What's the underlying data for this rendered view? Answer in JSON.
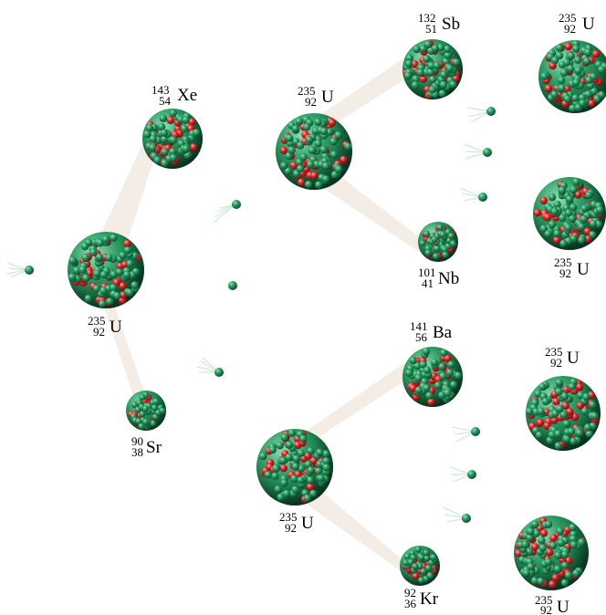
{
  "diagram": {
    "nuclei": [
      {
        "id": "n1",
        "symbol": "U",
        "mass": "235",
        "atomic": "92"
      },
      {
        "id": "n2",
        "symbol": "Xe",
        "mass": "143",
        "atomic": "54"
      },
      {
        "id": "n3",
        "symbol": "Sr",
        "mass": "90",
        "atomic": "38"
      },
      {
        "id": "n4",
        "symbol": "U",
        "mass": "235",
        "atomic": "92"
      },
      {
        "id": "n5",
        "symbol": "Sb",
        "mass": "132",
        "atomic": "51"
      },
      {
        "id": "n6",
        "symbol": "Nb",
        "mass": "101",
        "atomic": "41"
      },
      {
        "id": "n7",
        "symbol": "U",
        "mass": "235",
        "atomic": "92"
      },
      {
        "id": "n8",
        "symbol": "Ba",
        "mass": "141",
        "atomic": "56"
      },
      {
        "id": "n9",
        "symbol": "Kr",
        "mass": "92",
        "atomic": "36"
      },
      {
        "id": "n10",
        "symbol": "U",
        "mass": "235",
        "atomic": "92"
      },
      {
        "id": "n11",
        "symbol": "U",
        "mass": "235",
        "atomic": "92"
      },
      {
        "id": "n12",
        "symbol": "U",
        "mass": "235",
        "atomic": "92"
      },
      {
        "id": "n13",
        "symbol": "U",
        "mass": "235",
        "atomic": "92"
      }
    ],
    "colors": {
      "neutron": "#2a9a62",
      "proton": "#e0262a",
      "trail": "#f1ebe3"
    }
  }
}
